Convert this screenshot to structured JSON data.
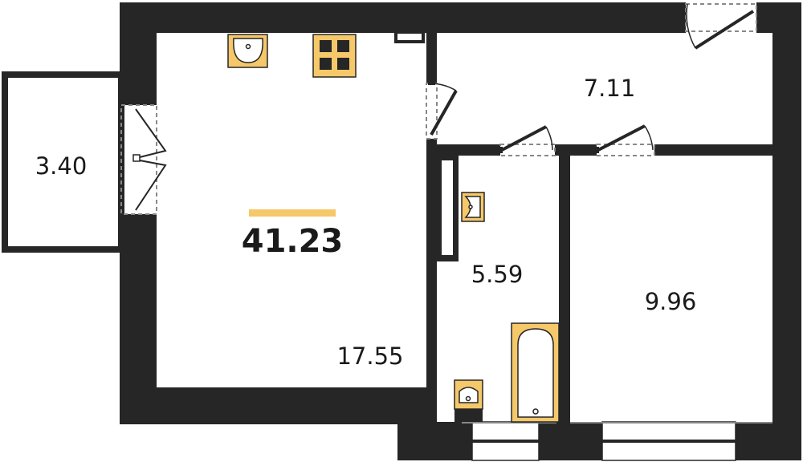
{
  "plan": {
    "total_area": "41.23",
    "rooms": [
      {
        "id": "balcony",
        "area": "3.40"
      },
      {
        "id": "kitchen-living",
        "area": "17.55"
      },
      {
        "id": "hallway",
        "area": "7.11"
      },
      {
        "id": "bathroom",
        "area": "5.59"
      },
      {
        "id": "bedroom",
        "area": "9.96"
      }
    ]
  },
  "colors": {
    "wall": "#262626",
    "fixture": "#f5c86a",
    "accent": "#f5c86a",
    "text": "#1a1a1a"
  }
}
